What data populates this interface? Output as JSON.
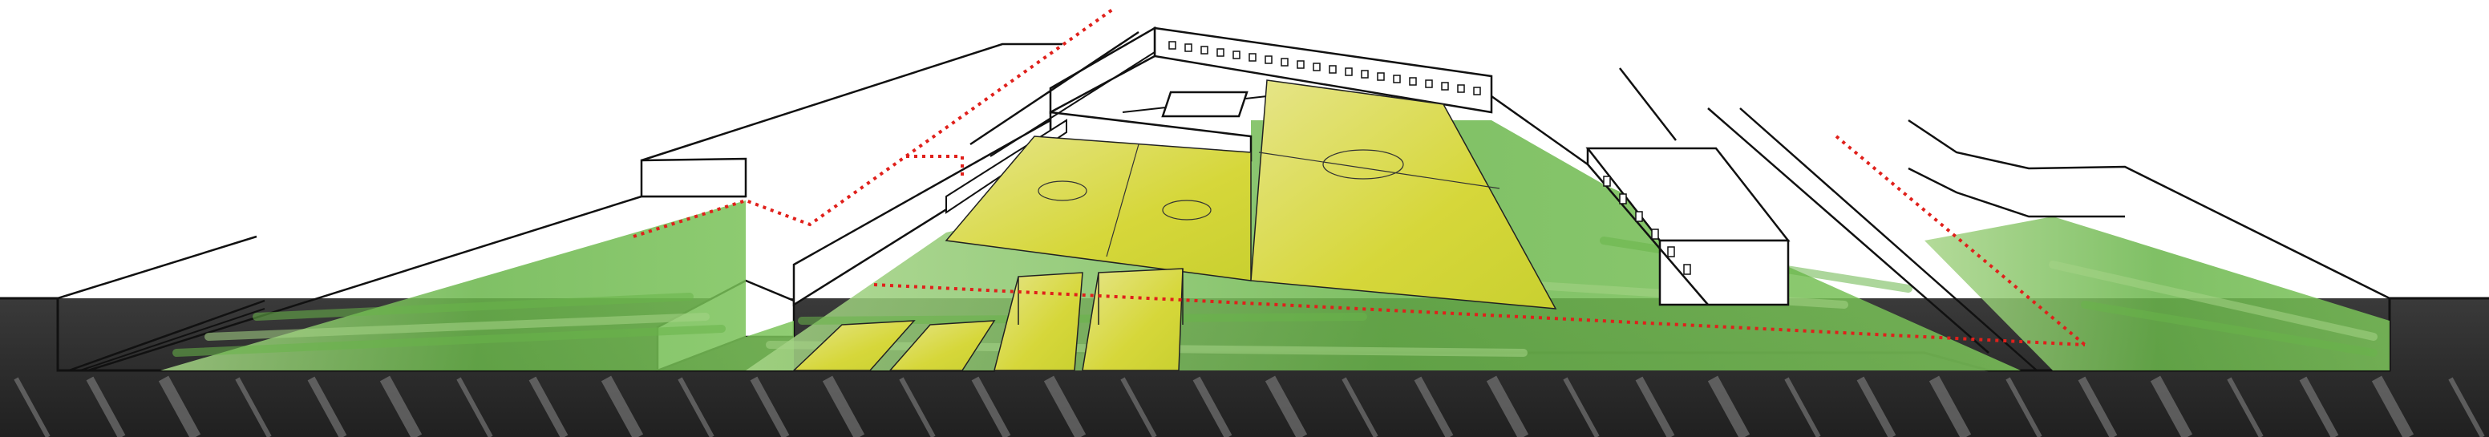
{
  "diagram": {
    "kind": "axonometric-site-section",
    "text_labels": [],
    "colors": {
      "ground": "#2f2f2f",
      "ground_light": "#8a8a8a",
      "grass": "#69b54a",
      "grass_light": "#a6d487",
      "pitch": "#d6d73a",
      "pitch_light": "#e6e58a",
      "route": "#e0201b",
      "line": "#1a1a1a"
    },
    "elements": [
      "terrain-cut",
      "left-embankment",
      "central-grass-area",
      "right-grass-area",
      "football-pitch-left",
      "football-pitch-right",
      "small-courts",
      "long-building",
      "right-building",
      "pedestrian-route"
    ]
  }
}
